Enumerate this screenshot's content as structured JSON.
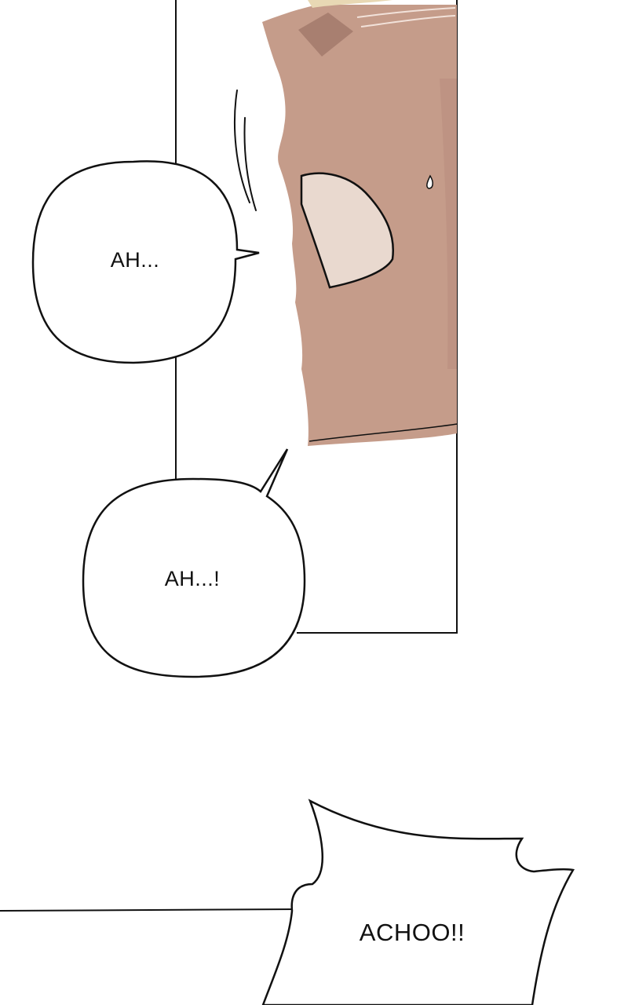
{
  "panels": [
    {
      "bubbles": [
        {
          "text": "AH..."
        },
        {
          "text": "AH...!"
        }
      ]
    },
    {
      "bubbles": [
        {
          "text": "ACHOO!!"
        }
      ]
    }
  ],
  "colors": {
    "background": "#ffffff",
    "skin": "#c59c8a",
    "skin_shadow": "#a87f70",
    "eye_white": "#e9d9cf",
    "ink": "#111111"
  }
}
